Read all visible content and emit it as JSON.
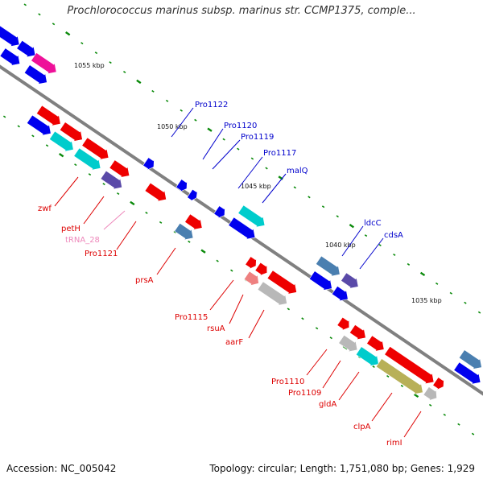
{
  "title": "Prochlorococcus marinus subsp. marinus str. CCMP1375, comple...",
  "footer": {
    "accession": "Accession: NC_005042",
    "summary": "Topology: circular; Length: 1,751,080 bp; Genes: 1,929"
  },
  "colors": {
    "blue": "#0000ee",
    "red": "#ee0000",
    "cyan": "#00cccc",
    "magenta": "#ee1199",
    "gray": "#b8b8b8",
    "olive": "#b8b058",
    "steel": "#4a7fb0",
    "slate": "#5a4aa8",
    "pink": "#ee8080",
    "backbone": "#808080",
    "tick": "#0a8a0a",
    "label_blue": "#0000cc",
    "label_red": "#dd0000",
    "label_pink": "#ee88bb"
  },
  "kbp_labels": [
    "1055 kbp",
    "1050 kbp",
    "1045 kbp",
    "1040 kbp",
    "1035 kbp"
  ],
  "gene_labels_forward": [
    "Pro1122",
    "Pro1120",
    "Pro1119",
    "Pro1117",
    "malQ",
    "ldcC",
    "cdsA"
  ],
  "gene_labels_reverse": [
    "zwf",
    "petH",
    "tRNA_28",
    "Pro1121",
    "prsA",
    "Pro1115",
    "rsuA",
    "aarF",
    "Pro1110",
    "Pro1109",
    "gldA",
    "clpA",
    "rimI"
  ]
}
